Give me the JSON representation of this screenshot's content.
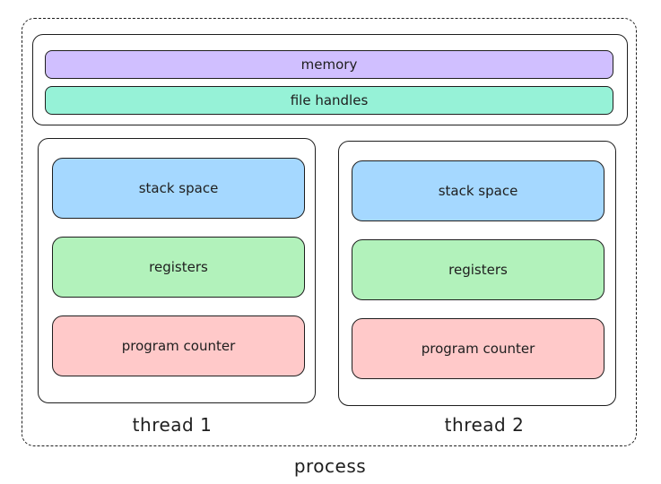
{
  "colors": {
    "memory": "#d0bfff",
    "file_handles": "#96f2d7",
    "stack_space": "#a5d8ff",
    "registers": "#b2f2bb",
    "program_counter": "#ffc9c9",
    "stroke": "#1e1e1e"
  },
  "shared": {
    "memory_label": "memory",
    "file_handles_label": "file handles"
  },
  "threads": [
    {
      "label": "thread 1",
      "stack_label": "stack space",
      "registers_label": "registers",
      "pc_label": "program counter"
    },
    {
      "label": "thread 2",
      "stack_label": "stack space",
      "registers_label": "registers",
      "pc_label": "program counter"
    }
  ],
  "process_label": "process"
}
